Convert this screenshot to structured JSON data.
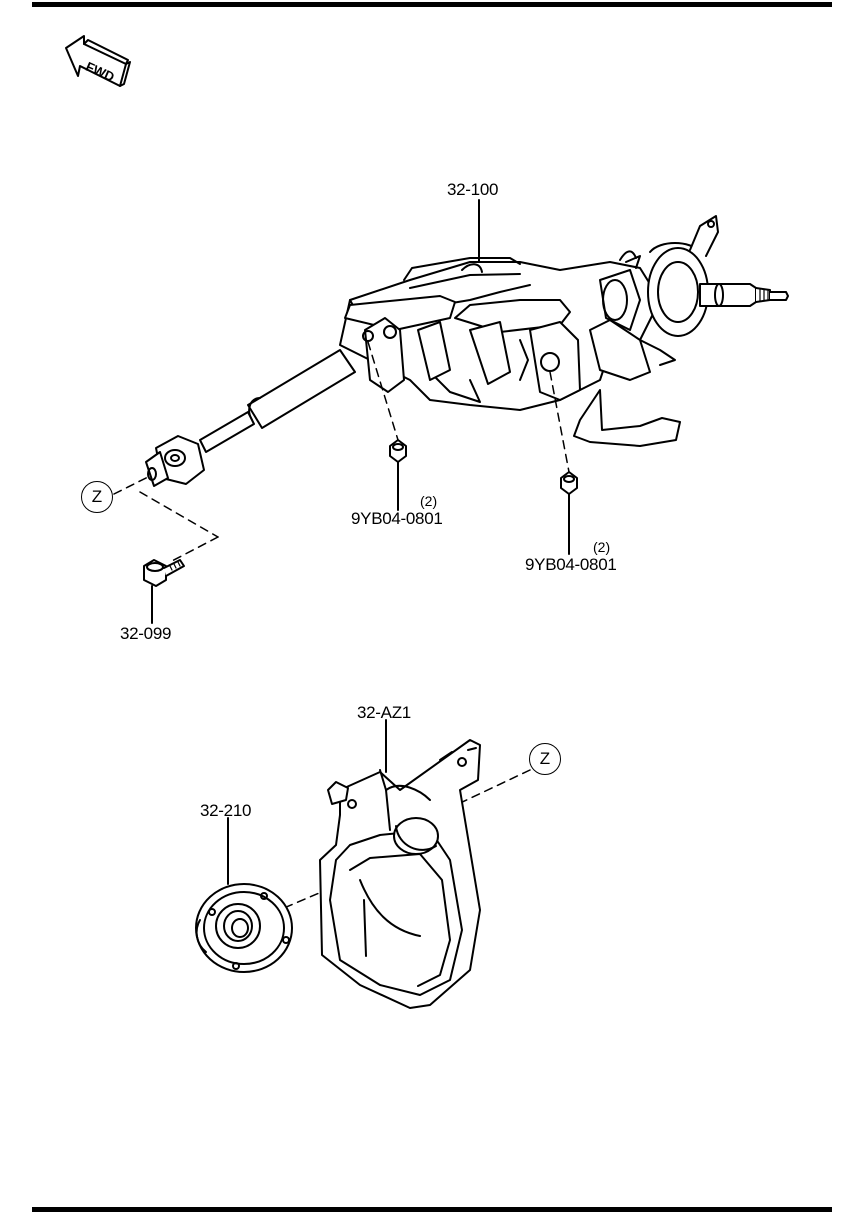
{
  "orientation": {
    "fwd_label": "FWD"
  },
  "callouts": {
    "column_assembly": "32-100",
    "nut_left": "9YB04-0801",
    "nut_left_qty": "(2)",
    "nut_right": "9YB04-0801",
    "nut_right_qty": "(2)",
    "bolt": "32-099",
    "boot_plate": "32-AZ1",
    "seal": "32-210",
    "ref_z_upper": "Z",
    "ref_z_lower": "Z"
  }
}
